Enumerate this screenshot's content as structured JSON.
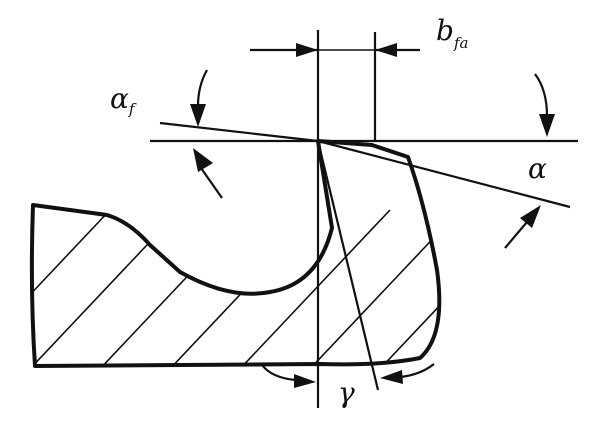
{
  "labels": {
    "alpha_f": {
      "main": "α",
      "sub": "f"
    },
    "b_fa": {
      "main": "b",
      "sub": "fa"
    },
    "alpha": {
      "main": "α"
    },
    "gamma": {
      "main": "γ"
    }
  },
  "colors": {
    "ink": "#111111",
    "background": "#ffffff"
  }
}
